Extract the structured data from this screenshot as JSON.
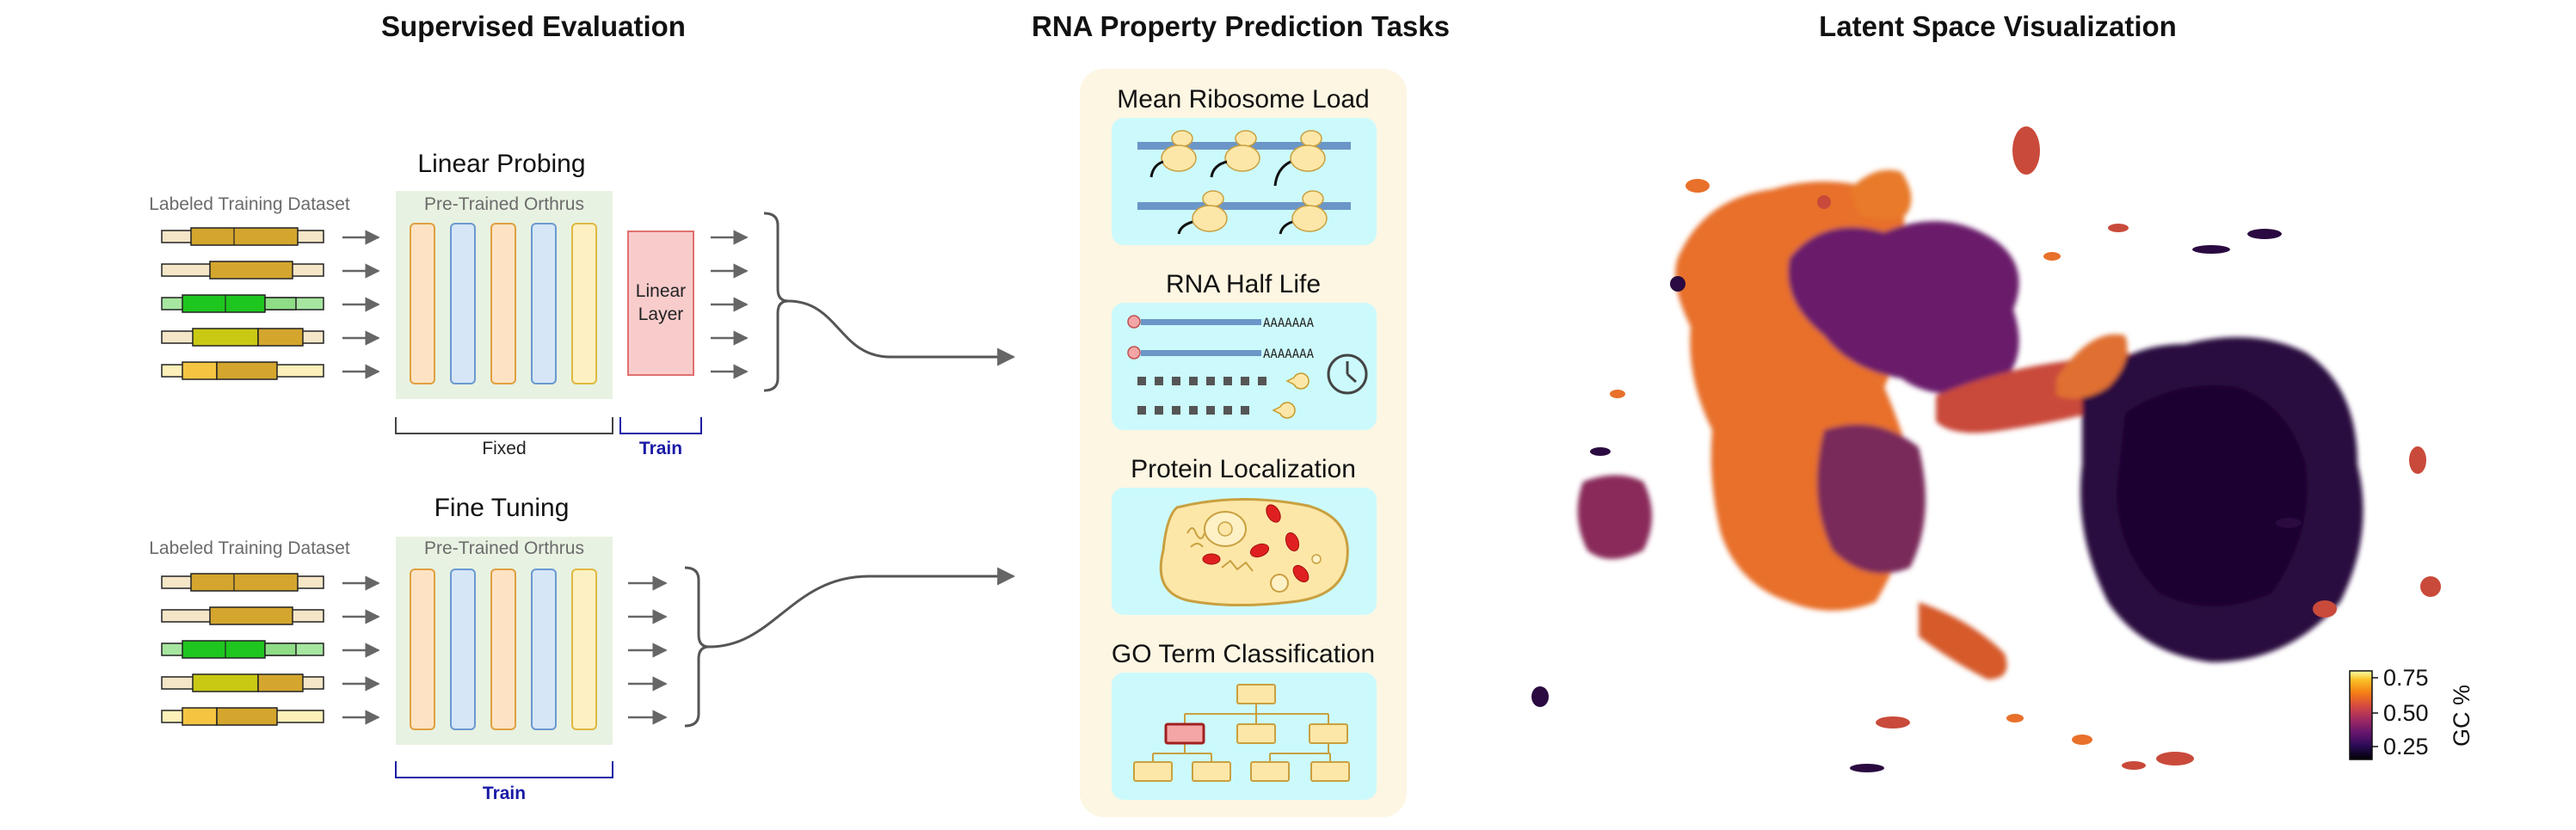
{
  "left_panel": {
    "title": "Supervised Evaluation",
    "linear_probing": {
      "title": "Linear Probing",
      "dataset_label": "Labeled Training Dataset",
      "model_label": "Pre-Trained Orthrus",
      "layer_label_line1": "Linear",
      "layer_label_line2": "Layer",
      "fixed_label": "Fixed",
      "train_label": "Train"
    },
    "fine_tuning": {
      "title": "Fine Tuning",
      "dataset_label": "Labeled Training Dataset",
      "model_label": "Pre-Trained Orthrus",
      "train_label": "Train"
    }
  },
  "middle_panel": {
    "title": "RNA Property Prediction Tasks",
    "tasks": [
      {
        "title": "Mean Ribosome Load",
        "icon": "ribosome-icon"
      },
      {
        "title": "RNA Half Life",
        "icon": "half-life-icon",
        "poly_a": "AAAAAAA"
      },
      {
        "title": "Protein Localization",
        "icon": "cell-icon"
      },
      {
        "title": "GO Term Classification",
        "icon": "go-tree-icon"
      }
    ]
  },
  "right_panel": {
    "title": "Latent Space Visualization",
    "colorbar": {
      "label": "GC %",
      "ticks": [
        "0.75",
        "0.50",
        "0.25"
      ],
      "colormap": "inferno"
    }
  },
  "colors": {
    "model_bg": "#e8f2e2",
    "orange_col": "#fde3c4",
    "blue_col": "#d6e6f7",
    "yellow_col": "#fdf1c4",
    "linear_layer": "#f9cccc",
    "task_panel": "#fdf6e3",
    "task_box": "#ccfafc",
    "train_color": "#1a1aa6"
  }
}
